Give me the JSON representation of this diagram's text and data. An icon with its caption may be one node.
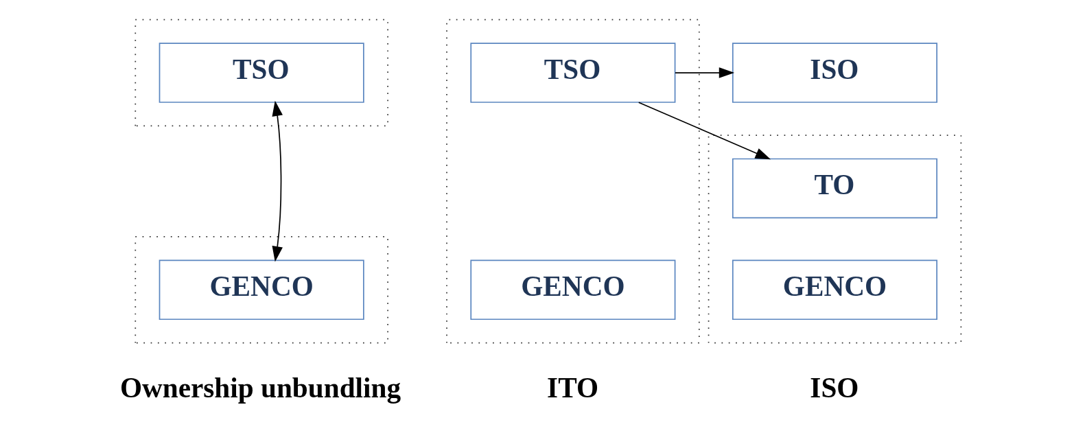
{
  "diagram": {
    "nodes": [
      {
        "text": [],
        "shape": "box"
      },
      {
        "text": [
          "TSO"
        ],
        "in": 0
      },
      {
        "text": [],
        "shape": "box"
      },
      {
        "text": [
          "GENCO"
        ],
        "in": 2
      },
      {
        "text": [],
        "shape": "box"
      },
      {
        "text": [
          "TSO"
        ],
        "in": 4
      },
      {
        "text": [
          "GENCO"
        ],
        "in": 4
      },
      {
        "text": [
          "ISO"
        ]
      },
      {
        "text": [],
        "shape": "box"
      },
      {
        "text": [
          "TO"
        ],
        "in": 8
      },
      {
        "text": [
          "GENCO"
        ],
        "in": 8
      }
    ],
    "edges": [
      {
        "from": 1,
        "to": 3,
        "arrow": "both"
      },
      {
        "from": 5,
        "to": 7,
        "arrow": "to"
      },
      {
        "from": 5,
        "to": 9,
        "arrow": "to"
      }
    ],
    "labels": [
      "Ownership unbundling",
      "ITO",
      "ISO"
    ]
  }
}
